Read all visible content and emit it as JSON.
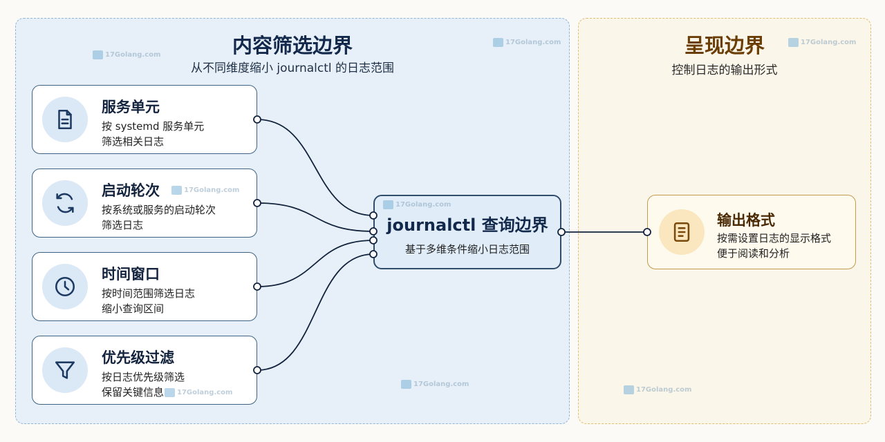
{
  "left_panel": {
    "title": "内容筛选边界",
    "subtitle": "从不同维度缩小 journalctl 的日志范围"
  },
  "right_panel": {
    "title": "呈现边界",
    "subtitle": "控制日志的输出形式"
  },
  "filters": [
    {
      "icon": "document-icon",
      "title": "服务单元",
      "line1": "按 systemd 服务单元",
      "line2": "筛选相关日志"
    },
    {
      "icon": "refresh-icon",
      "title": "启动轮次",
      "line1": "按系统或服务的启动轮次",
      "line2": "筛选日志"
    },
    {
      "icon": "clock-icon",
      "title": "时间窗口",
      "line1": "按时间范围筛选日志",
      "line2": "缩小查询区间"
    },
    {
      "icon": "funnel-icon",
      "title": "优先级过滤",
      "line1": "按日志优先级筛选",
      "line2": "保留关键信息"
    }
  ],
  "center": {
    "title": "journalctl 查询边界",
    "subtitle": "基于多维条件缩小日志范围"
  },
  "output": {
    "icon": "document-icon",
    "title": "输出格式",
    "line1": "按需设置日志的显示格式",
    "line2": "便于阅读和分析"
  },
  "watermark": "17Golang.com",
  "colors": {
    "left_bg": "#e7f0f8",
    "right_bg": "#fbf6ea",
    "navy": "#13294b",
    "amber": "#6b3e06",
    "link": "#13233d"
  }
}
